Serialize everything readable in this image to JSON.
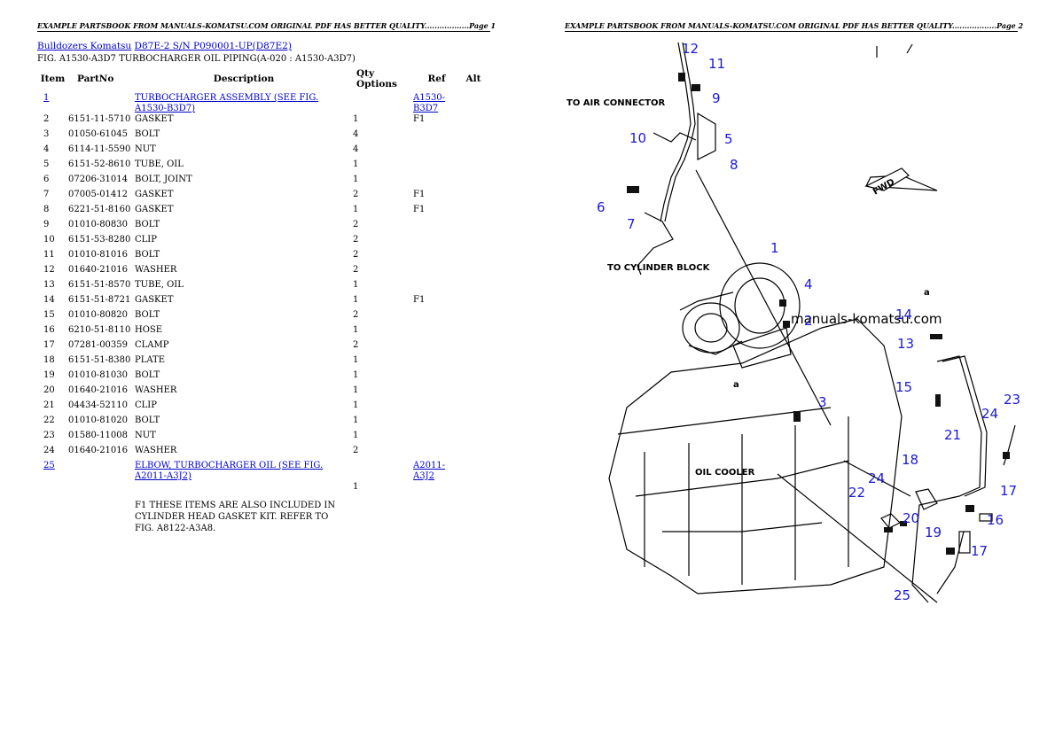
{
  "header_left": "EXAMPLE PARTSBOOK FROM MANUALS-KOMATSU.COM ORIGINAL PDF HAS BETTER QUALITY..................Page 1",
  "header_right": "EXAMPLE PARTSBOOK FROM MANUALS-KOMATSU.COM ORIGINAL PDF HAS BETTER QUALITY..................Page 2",
  "breadcrumb": {
    "brand": "Bulldozers Komatsu",
    "model": "D87E-2 S/N P090001-UP(D87E2)"
  },
  "figure_title": "FIG. A1530-A3D7 TURBOCHARGER OIL PIPING(A-020 : A1530-A3D7)",
  "columns": {
    "item": "Item",
    "partno": "PartNo",
    "description": "Description",
    "qty_options": "Qty Options",
    "ref": "Ref",
    "alt": "Alt"
  },
  "rows": [
    {
      "item": "1",
      "partno": "",
      "description": "TURBOCHARGER ASSEMBLY (SEE FIG. A1530-B3D7)",
      "qty": "",
      "ref": "A1530-B3D7",
      "link": true
    },
    {
      "item": "2",
      "partno": "6151-11-5710",
      "description": "GASKET",
      "qty": "1",
      "ref": "F1"
    },
    {
      "item": "3",
      "partno": "01050-61045",
      "description": "BOLT",
      "qty": "4",
      "ref": ""
    },
    {
      "item": "4",
      "partno": "6114-11-5590",
      "description": "NUT",
      "qty": "4",
      "ref": ""
    },
    {
      "item": "5",
      "partno": "6151-52-8610",
      "description": "TUBE, OIL",
      "qty": "1",
      "ref": ""
    },
    {
      "item": "6",
      "partno": "07206-31014",
      "description": "BOLT, JOINT",
      "qty": "1",
      "ref": ""
    },
    {
      "item": "7",
      "partno": "07005-01412",
      "description": "GASKET",
      "qty": "2",
      "ref": "F1"
    },
    {
      "item": "8",
      "partno": "6221-51-8160",
      "description": "GASKET",
      "qty": "1",
      "ref": "F1"
    },
    {
      "item": "9",
      "partno": "01010-80830",
      "description": "BOLT",
      "qty": "2",
      "ref": ""
    },
    {
      "item": "10",
      "partno": "6151-53-8280",
      "description": "CLIP",
      "qty": "2",
      "ref": ""
    },
    {
      "item": "11",
      "partno": "01010-81016",
      "description": "BOLT",
      "qty": "2",
      "ref": ""
    },
    {
      "item": "12",
      "partno": "01640-21016",
      "description": "WASHER",
      "qty": "2",
      "ref": ""
    },
    {
      "item": "13",
      "partno": "6151-51-8570",
      "description": "TUBE, OIL",
      "qty": "1",
      "ref": ""
    },
    {
      "item": "14",
      "partno": "6151-51-8721",
      "description": "GASKET",
      "qty": "1",
      "ref": "F1"
    },
    {
      "item": "15",
      "partno": "01010-80820",
      "description": "BOLT",
      "qty": "2",
      "ref": ""
    },
    {
      "item": "16",
      "partno": "6210-51-8110",
      "description": "HOSE",
      "qty": "1",
      "ref": ""
    },
    {
      "item": "17",
      "partno": "07281-00359",
      "description": "CLAMP",
      "qty": "2",
      "ref": ""
    },
    {
      "item": "18",
      "partno": "6151-51-8380",
      "description": "PLATE",
      "qty": "1",
      "ref": ""
    },
    {
      "item": "19",
      "partno": "01010-81030",
      "description": "BOLT",
      "qty": "1",
      "ref": ""
    },
    {
      "item": "20",
      "partno": "01640-21016",
      "description": "WASHER",
      "qty": "1",
      "ref": ""
    },
    {
      "item": "21",
      "partno": "04434-52110",
      "description": "CLIP",
      "qty": "1",
      "ref": ""
    },
    {
      "item": "22",
      "partno": "01010-81020",
      "description": "BOLT",
      "qty": "1",
      "ref": ""
    },
    {
      "item": "23",
      "partno": "01580-11008",
      "description": "NUT",
      "qty": "1",
      "ref": ""
    },
    {
      "item": "24",
      "partno": "01640-21016",
      "description": "WASHER",
      "qty": "2",
      "ref": ""
    },
    {
      "item": "25",
      "partno": "",
      "description": "ELBOW, TURBOCHARGER OIL (SEE FIG. A2011-A3J2)",
      "qty": "",
      "ref": "A2011-A3J2",
      "link": true
    },
    {
      "item": "",
      "partno": "",
      "description": "",
      "qty": "1",
      "ref": ""
    }
  ],
  "note": "F1 THESE ITEMS ARE ALSO INCLUDED IN CYLINDER HEAD GASKET KIT. REFER TO FIG. A8122-A3A8.",
  "diagram": {
    "labels": {
      "to_air_connector": "TO AIR CONNECTOR",
      "to_cylinder_block": "TO CYLINDER BLOCK",
      "oil_cooler": "OIL COOLER",
      "fwd": "FWD",
      "a_upper": "a",
      "a_lower": "a",
      "watermark": "manuals-komatsu.com"
    },
    "callouts": {
      "c12": "12",
      "c11": "11",
      "c9": "9",
      "c10": "10",
      "c5": "5",
      "c8": "8",
      "c6": "6",
      "c7": "7",
      "c1": "1",
      "c4": "4",
      "c2": "2",
      "c3": "3",
      "c14": "14",
      "c13": "13",
      "c15": "15",
      "c23": "23",
      "c24": "24",
      "c21": "21",
      "c18": "18",
      "c24b": "24",
      "c22": "22",
      "c20": "20",
      "c19": "19",
      "c17": "17",
      "c16": "16",
      "c17b": "17",
      "c25": "25"
    }
  }
}
